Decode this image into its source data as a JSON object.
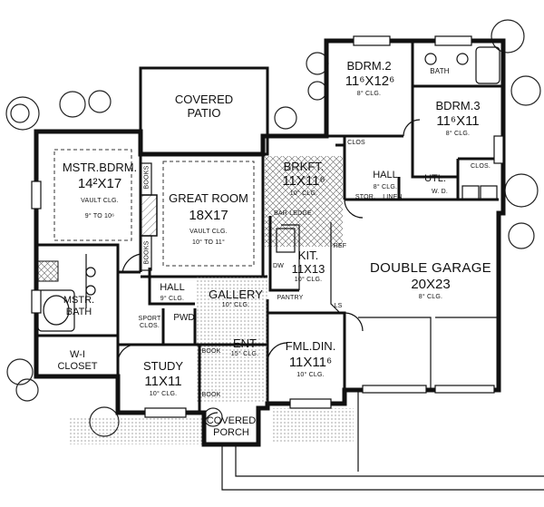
{
  "rooms": {
    "covered_patio": {
      "name": "COVERED\nPATIO"
    },
    "mstr_bdrm": {
      "name": "MSTR.BDRM.",
      "size": "14²X17",
      "clg": "VAULT CLG.",
      "clg2": "9° TO 10⁶"
    },
    "great_room": {
      "name": "GREAT ROOM",
      "size": "18X17",
      "clg": "VAULT CLG.",
      "clg2": "10° TO 11°"
    },
    "bdrm2": {
      "name": "BDRM.2",
      "size": "11⁶X12⁶",
      "clg": "8° CLG."
    },
    "bdrm3": {
      "name": "BDRM.3",
      "size": "11⁶X11",
      "clg": "8° CLG."
    },
    "bath_top": {
      "name": "BATH"
    },
    "brkft": {
      "name": "BRKFT.",
      "size": "11X11⁶",
      "clg": "10° CLG."
    },
    "hall_right": {
      "name": "HALL",
      "clg": "8° CLG."
    },
    "utl": {
      "name": "UTL."
    },
    "clos_bdrm2": {
      "name": "CLOS"
    },
    "clos_bdrm3": {
      "name": "CLOS."
    },
    "stor": {
      "name": "STOR."
    },
    "linen": {
      "name": "LINEN"
    },
    "wd": {
      "name": "W.   D."
    },
    "kit": {
      "name": "KIT.",
      "size": "11X13",
      "clg": "10° CLG."
    },
    "bar_ledge": {
      "name": "BAR LEDGE"
    },
    "dw": {
      "name": "DW"
    },
    "ref": {
      "name": "REF"
    },
    "pantry": {
      "name": "PANTRY"
    },
    "ls": {
      "name": "LS"
    },
    "double_garage": {
      "name": "DOUBLE GARAGE",
      "size": "20X23",
      "clg": "8° CLG."
    },
    "mstr_bath": {
      "name": "MSTR.\nBATH"
    },
    "hall_left": {
      "name": "HALL",
      "clg": "9° CLG."
    },
    "gallery": {
      "name": "GALLERY",
      "clg": "10° CLG."
    },
    "sport_clos": {
      "name": "SPORT\nCLOS."
    },
    "pwdr": {
      "name": "PWD"
    },
    "ent": {
      "name": "ENT",
      "clg": "15° CLG."
    },
    "wi_closet": {
      "name": "W-I\nCLOSET"
    },
    "study": {
      "name": "STUDY",
      "size": "11X11",
      "clg": "10° CLG."
    },
    "fml_din": {
      "name": "FML.DIN.",
      "size": "11X11⁶",
      "clg": "10° CLG."
    },
    "covered_porch": {
      "name": "COVERED\nPORCH"
    },
    "books_gr_top": {
      "name": "BOOKS"
    },
    "books_gr_bot": {
      "name": "BOOKS"
    },
    "book_study_top": {
      "name": "BOOK"
    },
    "book_study_bot": {
      "name": "BOOK"
    }
  }
}
